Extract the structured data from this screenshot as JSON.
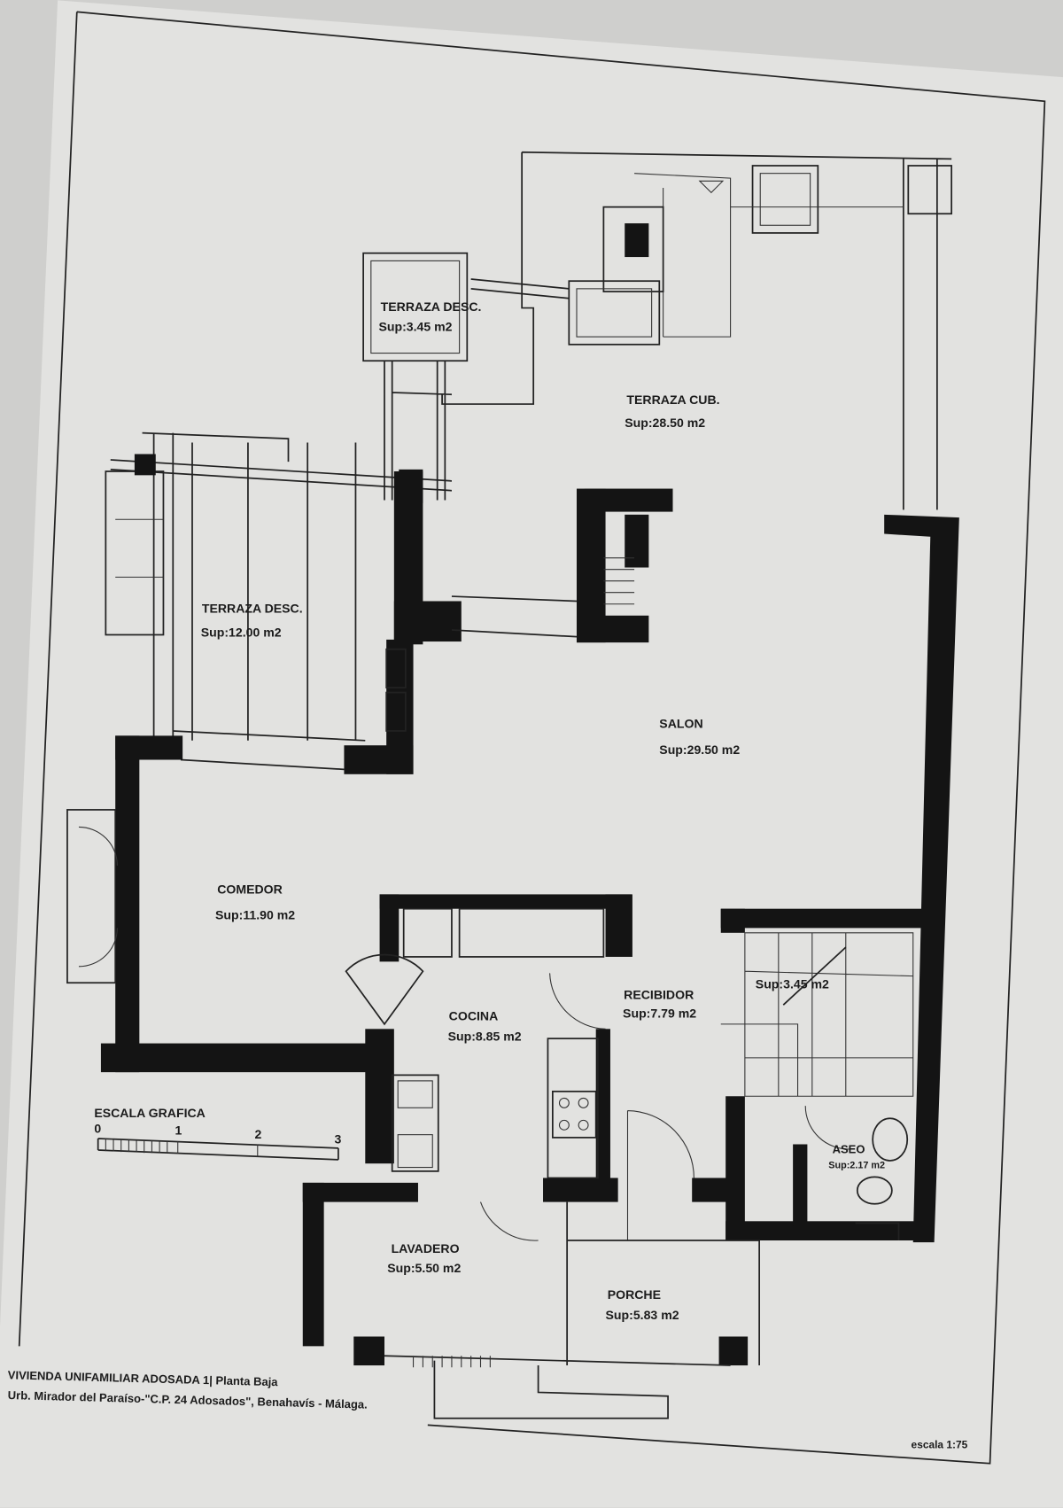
{
  "rooms": [
    {
      "name": "TERRAZA DESC.",
      "area": "Sup:3.45  m2"
    },
    {
      "name": "TERRAZA CUB.",
      "area": "Sup:28.50  m2"
    },
    {
      "name": "TERRAZA DESC.",
      "area": "Sup:12.00  m2"
    },
    {
      "name": "SALON",
      "area": "Sup:29.50  m2"
    },
    {
      "name": "COMEDOR",
      "area": "Sup:11.90  m2"
    },
    {
      "name": "COCINA",
      "area": "Sup:8.85  m2"
    },
    {
      "name": "RECIBIDOR",
      "area": "Sup:7.79  m2"
    },
    {
      "name": "",
      "area": "Sup:3.45  m2"
    },
    {
      "name": "ASEO",
      "area": "Sup:2.17  m2"
    },
    {
      "name": "LAVADERO",
      "area": "Sup:5.50  m2"
    },
    {
      "name": "PORCHE",
      "area": "Sup:5.83  m2"
    }
  ],
  "scale_bar": {
    "title": "ESCALA GRAFICA",
    "ticks": [
      "0",
      "1",
      "2",
      "3"
    ]
  },
  "title_block": {
    "line1": "VIVIENDA UNIFAMILIAR ADOSADA 1| Planta Baja",
    "line2": "Urb. Mirador del Paraíso-\"C.P. 24 Adosados\", Benahavís - Málaga.",
    "scale": "escala 1:75"
  },
  "colors": {
    "paper": "#e4e4e2",
    "ink": "#141414"
  }
}
